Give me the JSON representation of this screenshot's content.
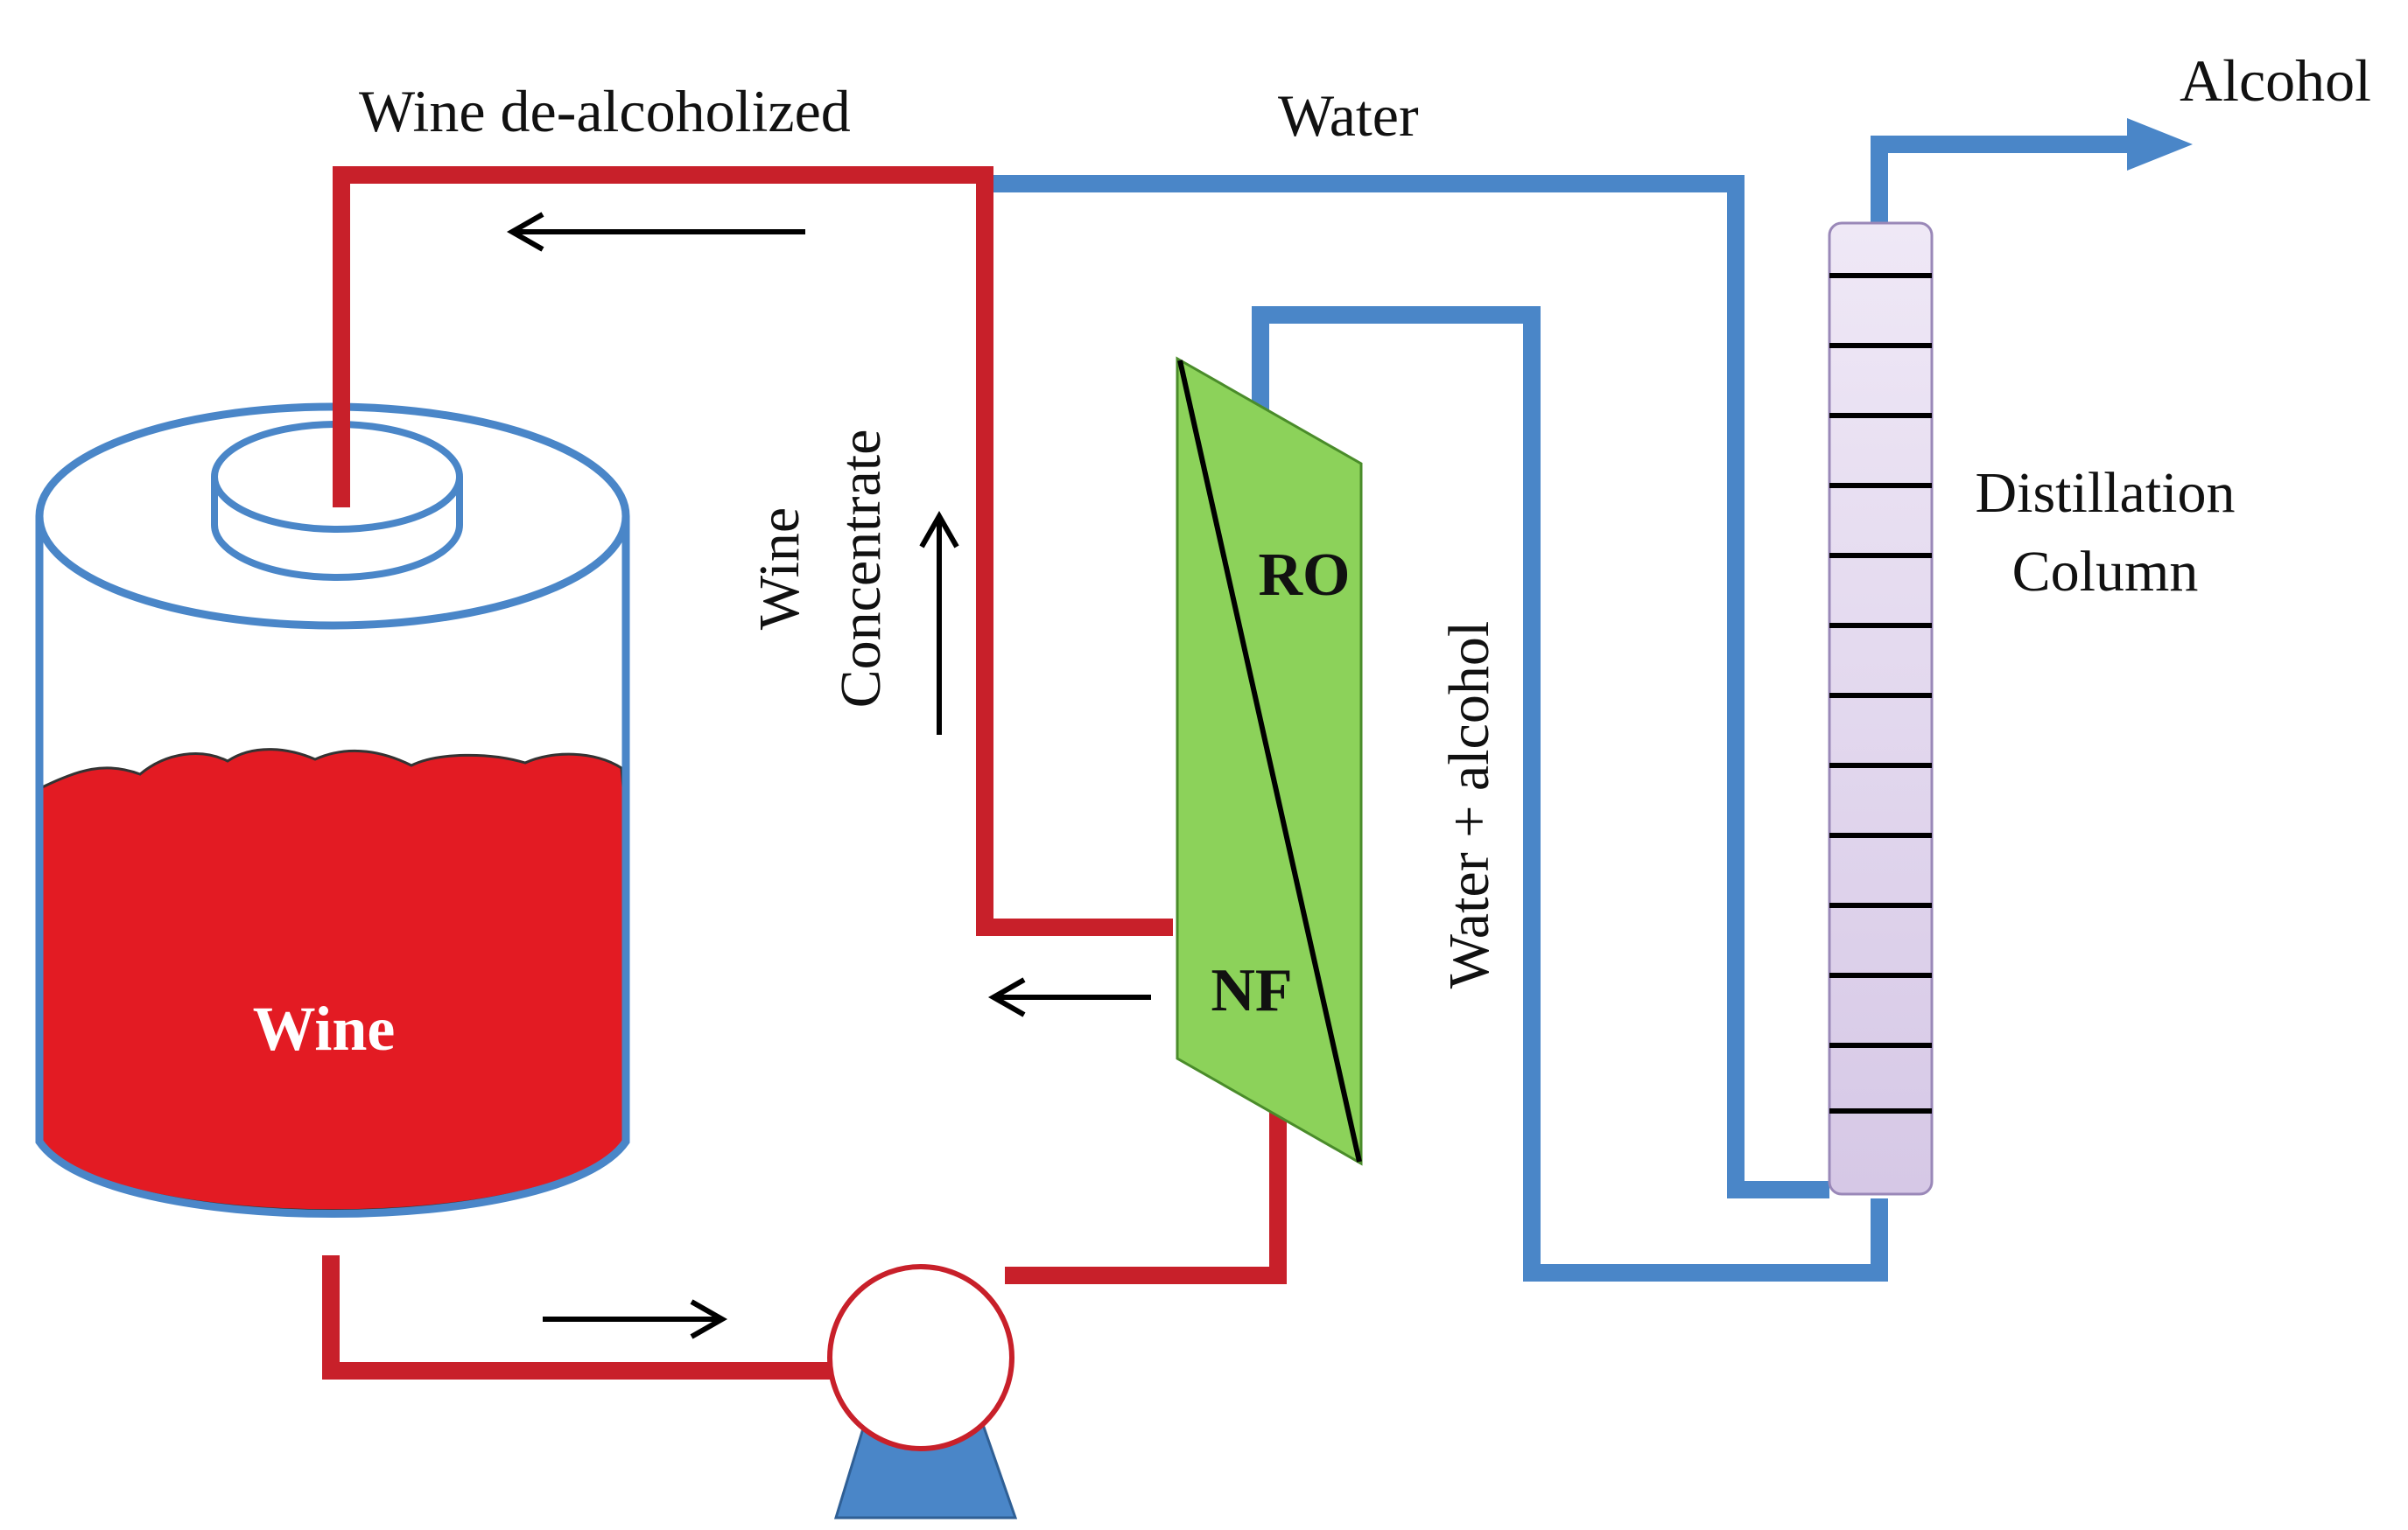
{
  "labels": {
    "wine_dealcoholized": "Wine de-alcoholized",
    "water": "Water",
    "alcohol": "Alcohol",
    "distillation_line1": "Distillation",
    "distillation_line2": "Column",
    "wine_concentrate_line1": "Wine",
    "wine_concentrate_line2": "Concentrate",
    "ro": "RO",
    "nf": "NF",
    "water_alcohol": "Water + alcohol",
    "wine": "Wine"
  },
  "colors": {
    "wine_red": "#e31b23",
    "pipe_red": "#c8202a",
    "pipe_blue": "#4a86c8",
    "membrane_green": "#8cd25a",
    "column_fill": "#e5dcef",
    "pump_base": "#4a86c8"
  }
}
